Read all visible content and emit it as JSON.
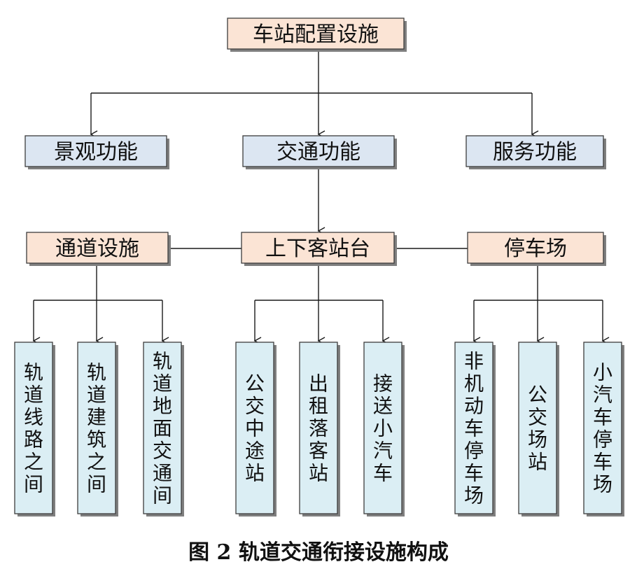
{
  "diagram": {
    "root": "车站配置设施",
    "level1": [
      "景观功能",
      "交通功能",
      "服务功能"
    ],
    "level2": [
      "通道设施",
      "上下客站台",
      "停车场"
    ],
    "leaves": [
      [
        "轨道线路之间",
        "轨道建筑之间",
        "轨道地面交通间"
      ],
      [
        "公交中途站",
        "出租落客站",
        "接送小汽车"
      ],
      [
        "非机动车停车场",
        "公交场站",
        "小汽车停车场"
      ]
    ]
  },
  "caption": "图 2  轨道交通衔接设施构成"
}
